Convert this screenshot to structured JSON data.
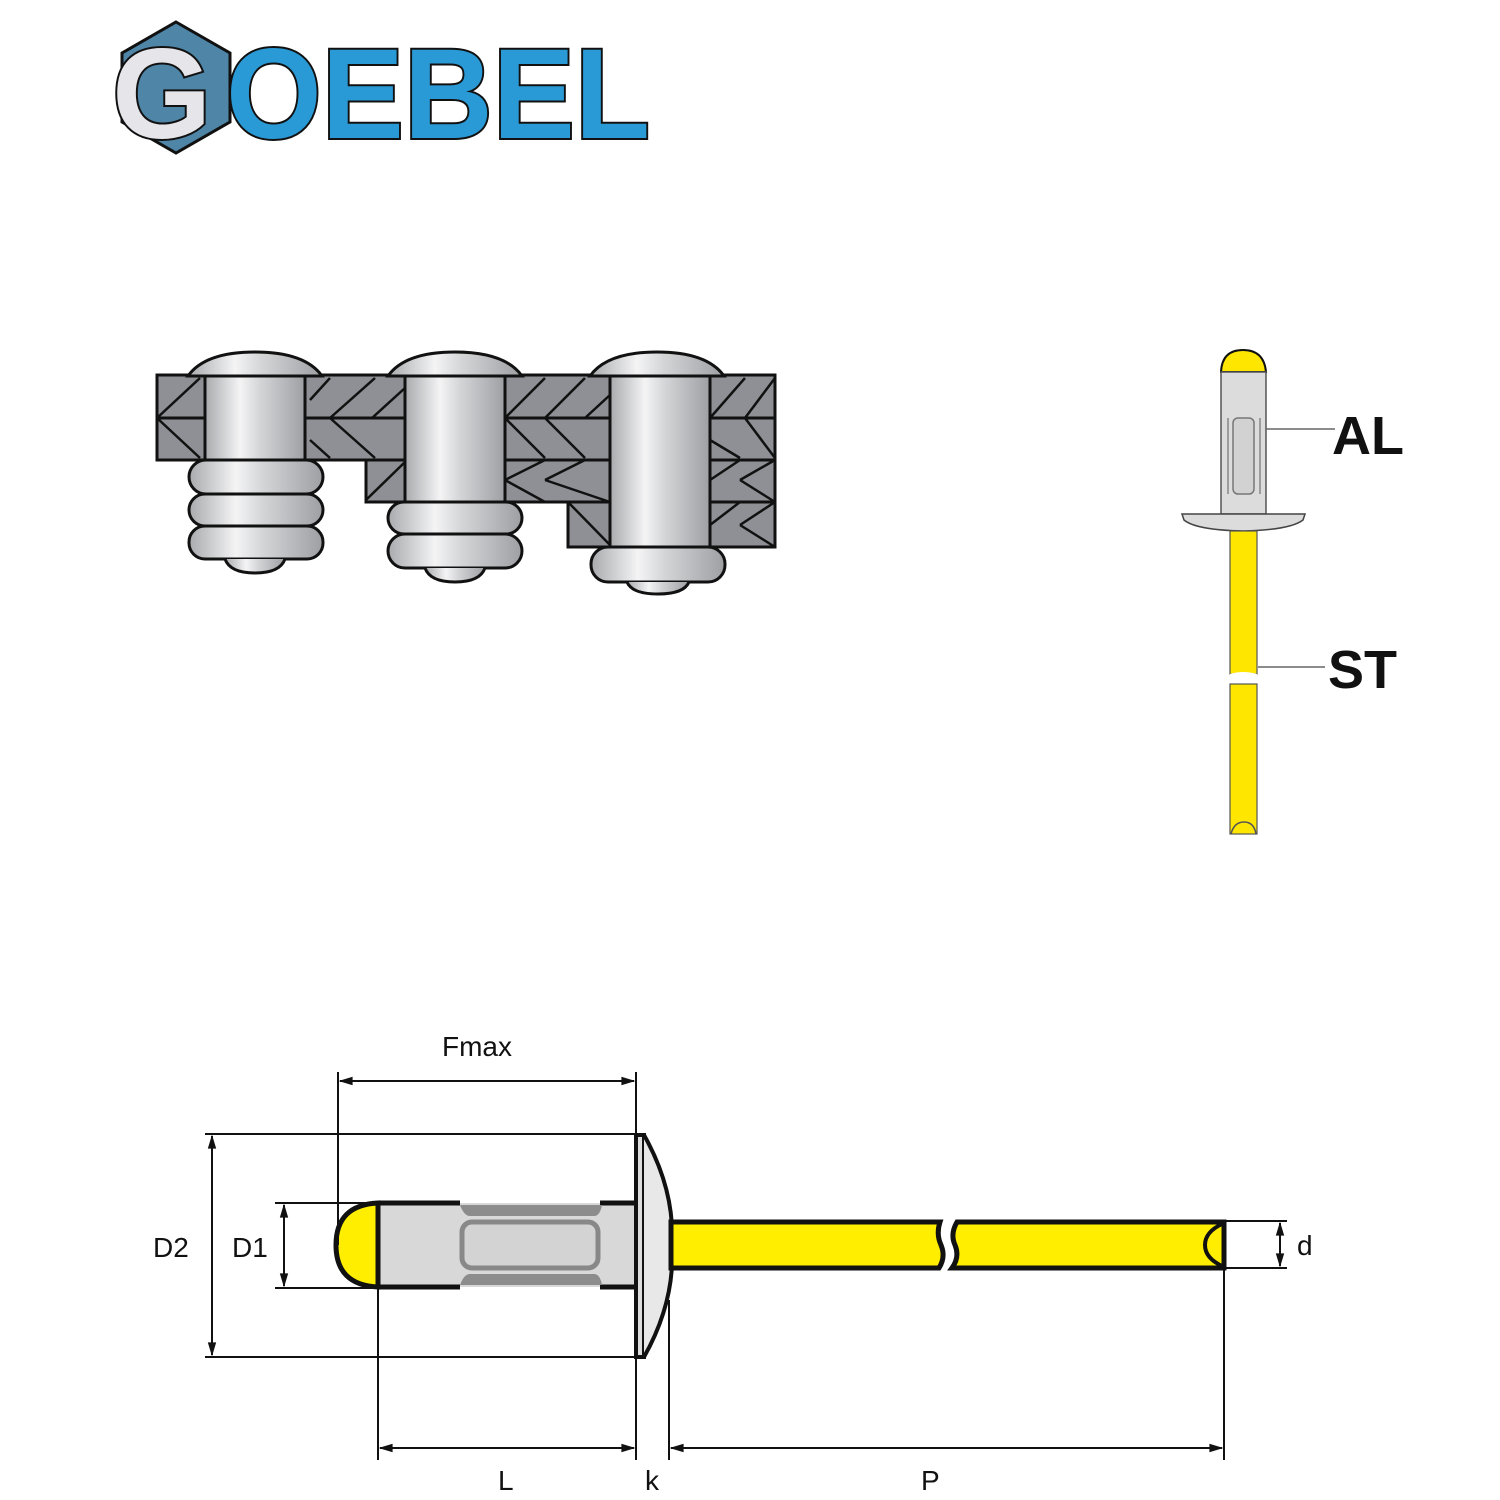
{
  "logo": {
    "text": "OEBEL",
    "initial": "G",
    "brand_color": "#2a9ad6",
    "hex_color": "#4f86a8"
  },
  "colors": {
    "sheet": "#8e9095",
    "rivet_metal": "#d9dadc",
    "mandrel": "#ffee00",
    "outline": "#111111"
  },
  "material_diagram": {
    "labels": {
      "body": "AL",
      "mandrel": "ST"
    }
  },
  "dimension_diagram": {
    "labels": {
      "grip_range": "Fmax",
      "head_diameter": "D2",
      "body_diameter": "D1",
      "mandrel_diameter": "d",
      "body_length": "L",
      "head_height": "k",
      "mandrel_length": "P"
    }
  },
  "application_examples": {
    "count": 3
  }
}
